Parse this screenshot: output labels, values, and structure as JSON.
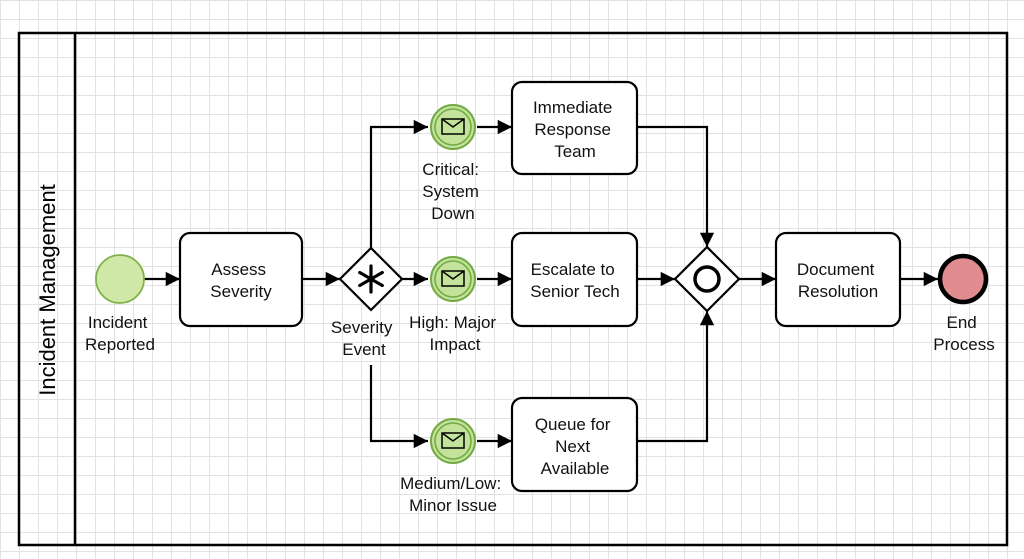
{
  "pool": {
    "title": "Incident Management"
  },
  "events": {
    "start": [
      "Incident",
      "Reported"
    ],
    "end": [
      "End",
      "Process"
    ],
    "critical": [
      "Critical:",
      "System",
      "Down"
    ],
    "high": [
      "High: Major",
      "Impact"
    ],
    "medium": [
      "Medium/Low:",
      "Minor Issue"
    ]
  },
  "tasks": {
    "assess": [
      "Assess",
      "Severity"
    ],
    "immediate": [
      "Immediate",
      "Response",
      "Team"
    ],
    "escalate": [
      "Escalate to",
      "Senior Tech"
    ],
    "queue": [
      "Queue for",
      "Next",
      "Available"
    ],
    "document": [
      "Document",
      "Resolution"
    ]
  },
  "gateways": {
    "split": [
      "Severity",
      "Event"
    ]
  },
  "colors": {
    "start_fill": "#cfe8a8",
    "start_stroke": "#7fb24a",
    "message_fill": "#c3e39b",
    "message_stroke": "#74aa45",
    "end_fill": "#e18c8f",
    "end_stroke": "#000000"
  }
}
